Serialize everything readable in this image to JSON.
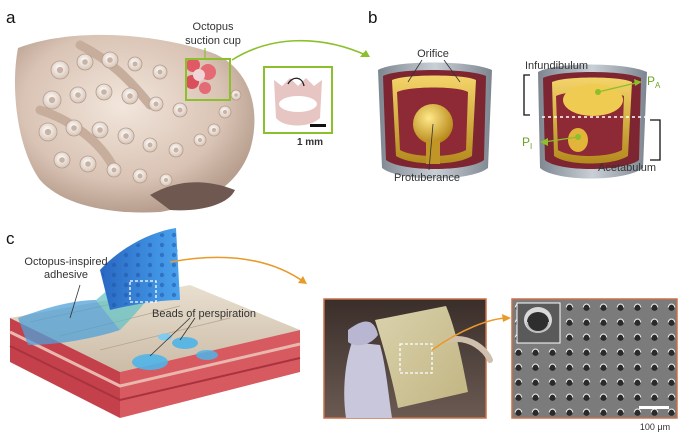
{
  "panels": {
    "a": {
      "letter": "a",
      "callout_line1": "Octopus",
      "callout_line2": "suction cup",
      "scale_bar": "1 mm"
    },
    "b": {
      "letter": "b",
      "orifice": "Orifice",
      "protuberance": "Protuberance",
      "infundibulum": "Infundibulum",
      "acetabulum": "Acetabulum",
      "pa_main": "P",
      "pa_sub": "A",
      "pi_main": "P",
      "pi_sub": "I"
    },
    "c": {
      "letter": "c",
      "adhesive_line1": "Octopus-inspired",
      "adhesive_line2": "adhesive",
      "beads": "Beads of perspiration",
      "sem_scale_bar": "100 μm"
    }
  },
  "colors": {
    "callout_green": "#8cbf2c",
    "callout_orange": "#e89a2a",
    "gold": "#e0b438",
    "maroon": "#8e2a35",
    "steel": "#9aa3ad",
    "adhesive_blue": "#2f7fd6"
  }
}
